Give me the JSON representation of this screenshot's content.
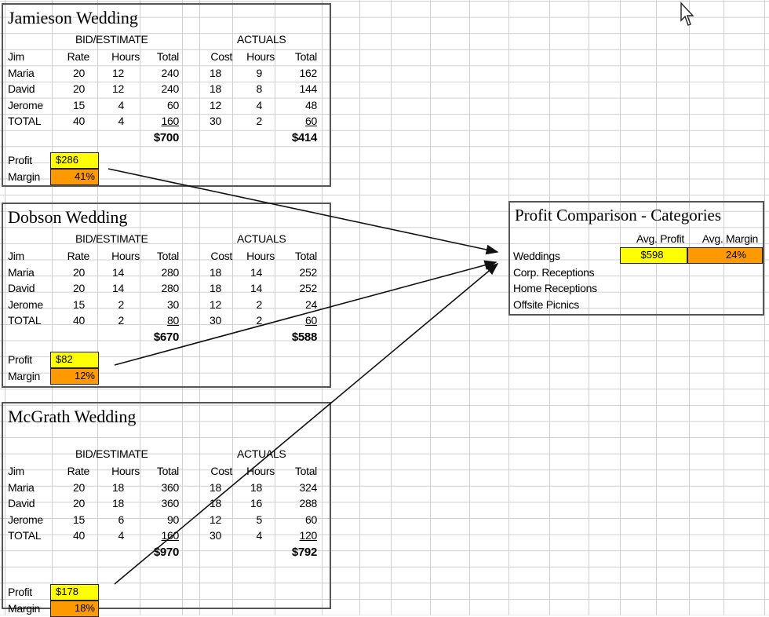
{
  "weddings": [
    {
      "title": "Jamieson Wedding",
      "bid_header": "BID/ESTIMATE",
      "act_header": "ACTUALS",
      "cols": [
        "Jim",
        "Rate",
        "Hours",
        "Total",
        "Cost",
        "Hours",
        "Total"
      ],
      "rows": [
        [
          "Maria",
          "20",
          "12",
          "240",
          "18",
          "9",
          "162"
        ],
        [
          "David",
          "20",
          "12",
          "240",
          "18",
          "8",
          "144"
        ],
        [
          "Jerome",
          "15",
          "4",
          "60",
          "12",
          "4",
          "48"
        ],
        [
          "TOTAL",
          "40",
          "4",
          "160",
          "30",
          "2",
          "60"
        ]
      ],
      "bid_total": "$700",
      "act_total": "$414",
      "profit_label": "Profit",
      "profit": "$286",
      "margin_label": "Margin",
      "margin": "41%"
    },
    {
      "title": "Dobson Wedding",
      "bid_header": "BID/ESTIMATE",
      "act_header": "ACTUALS",
      "cols": [
        "Jim",
        "Rate",
        "Hours",
        "Total",
        "Cost",
        "Hours",
        "Total"
      ],
      "rows": [
        [
          "Maria",
          "20",
          "14",
          "280",
          "18",
          "14",
          "252"
        ],
        [
          "David",
          "20",
          "14",
          "280",
          "18",
          "14",
          "252"
        ],
        [
          "Jerome",
          "15",
          "2",
          "30",
          "12",
          "2",
          "24"
        ],
        [
          "TOTAL",
          "40",
          "2",
          "80",
          "30",
          "2",
          "60"
        ]
      ],
      "bid_total": "$670",
      "act_total": "$588",
      "profit_label": "Profit",
      "profit": "$82",
      "margin_label": "Margin",
      "margin": "12%"
    },
    {
      "title": "McGrath Wedding",
      "bid_header": "BID/ESTIMATE",
      "act_header": "ACTUALS",
      "cols": [
        "Jim",
        "Rate",
        "Hours",
        "Total",
        "Cost",
        "Hours",
        "Total"
      ],
      "rows": [
        [
          "Maria",
          "20",
          "18",
          "360",
          "18",
          "18",
          "324"
        ],
        [
          "David",
          "20",
          "18",
          "360",
          "18",
          "16",
          "288"
        ],
        [
          "Jerome",
          "15",
          "6",
          "90",
          "12",
          "5",
          "60"
        ],
        [
          "TOTAL",
          "40",
          "4",
          "160",
          "30",
          "4",
          "120"
        ]
      ],
      "bid_total": "$970",
      "act_total": "$792",
      "profit_label": "Profit",
      "profit": "$178",
      "margin_label": "Margin",
      "margin": "18%"
    }
  ],
  "comparison": {
    "title": "Profit Comparison - Categories",
    "avg_profit_header": "Avg. Profit",
    "avg_margin_header": "Avg. Margin",
    "rows": [
      "Weddings",
      "Corp. Receptions",
      "Home Receptions",
      "Offsite Picnics"
    ],
    "weddings_avg_profit": "$598",
    "weddings_avg_margin": "24%"
  },
  "colors": {
    "profit_fill": "#ffff00",
    "margin_fill": "#ff9900",
    "gridline": "#cfcfcf",
    "border": "#555555"
  },
  "icons": [
    "mouse-pointer-icon",
    "arrow-icon"
  ]
}
